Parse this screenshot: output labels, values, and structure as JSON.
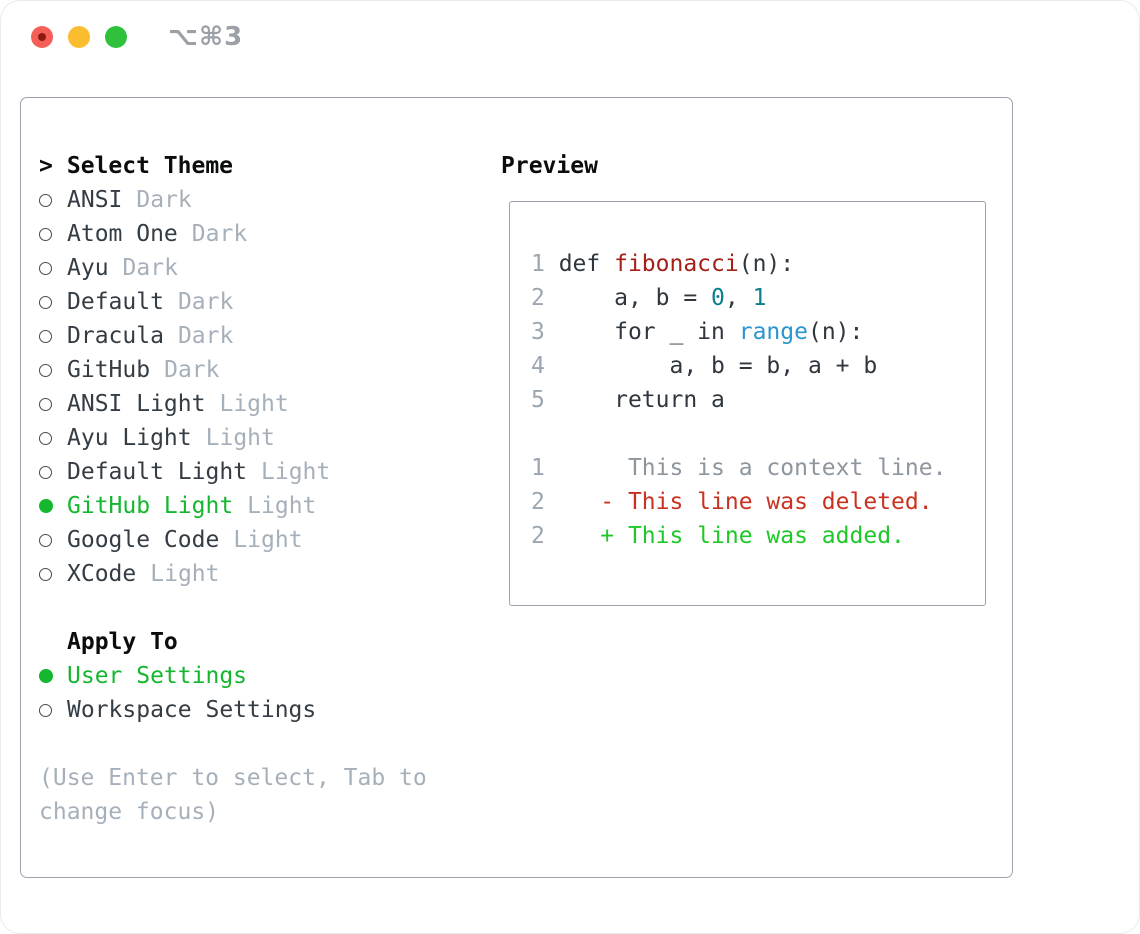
{
  "titlebar": {
    "shortcut": "⌥⌘3"
  },
  "colors": {
    "selection_green": "#14b72d",
    "panel_border": "#9aa3ad",
    "muted_gray": "#a6b0ba",
    "line_number_gray": "#9ba6b1",
    "code_text": "#2f363e",
    "func_red": "#a6201a",
    "number_teal": "#0b7f8c",
    "builtin_blue": "#2a95cf",
    "diff_deleted_red": "#c93120",
    "diff_added_green": "#1ec828",
    "traffic_red": "#f55f58",
    "traffic_yellow": "#f9bd2f",
    "traffic_green": "#30c13c"
  },
  "theme_picker": {
    "cursor": ">",
    "title": "Select Theme",
    "items": [
      {
        "label": "ANSI",
        "tag": "Dark",
        "selected": false
      },
      {
        "label": "Atom One",
        "tag": "Dark",
        "selected": false
      },
      {
        "label": "Ayu",
        "tag": "Dark",
        "selected": false
      },
      {
        "label": "Default",
        "tag": "Dark",
        "selected": false
      },
      {
        "label": "Dracula",
        "tag": "Dark",
        "selected": false
      },
      {
        "label": "GitHub",
        "tag": "Dark",
        "selected": false
      },
      {
        "label": "ANSI Light",
        "tag": "Light",
        "selected": false
      },
      {
        "label": "Ayu Light",
        "tag": "Light",
        "selected": false
      },
      {
        "label": "Default Light",
        "tag": "Light",
        "selected": false
      },
      {
        "label": "GitHub Light",
        "tag": "Light",
        "selected": true
      },
      {
        "label": "Google Code",
        "tag": "Light",
        "selected": false
      },
      {
        "label": "XCode",
        "tag": "Light",
        "selected": false
      }
    ],
    "apply_to": {
      "title": "Apply To",
      "options": [
        {
          "label": "User Settings",
          "selected": true
        },
        {
          "label": "Workspace Settings",
          "selected": false
        }
      ]
    },
    "hint_lines": [
      "(Use Enter to select, Tab to",
      "change focus)"
    ]
  },
  "preview": {
    "title": "Preview",
    "code_lines": [
      {
        "num": "1",
        "tokens": [
          [
            "plain",
            "def "
          ],
          [
            "func",
            "fibonacci"
          ],
          [
            "plain",
            "(n):"
          ]
        ]
      },
      {
        "num": "2",
        "tokens": [
          [
            "plain",
            "    a, b = "
          ],
          [
            "number",
            "0"
          ],
          [
            "plain",
            ", "
          ],
          [
            "number",
            "1"
          ]
        ]
      },
      {
        "num": "3",
        "tokens": [
          [
            "plain",
            "    for _ in "
          ],
          [
            "builtin",
            "range"
          ],
          [
            "plain",
            "(n):"
          ]
        ]
      },
      {
        "num": "4",
        "tokens": [
          [
            "plain",
            "        a, b = b, a + b"
          ]
        ]
      },
      {
        "num": "5",
        "tokens": [
          [
            "plain",
            "    return a"
          ]
        ]
      }
    ],
    "diff_lines": [
      {
        "num": "1",
        "kind": "context",
        "text": "     This is a context line."
      },
      {
        "num": "2",
        "kind": "deleted",
        "text": "   - This line was deleted."
      },
      {
        "num": "2",
        "kind": "added",
        "text": "   + This line was added."
      }
    ]
  }
}
